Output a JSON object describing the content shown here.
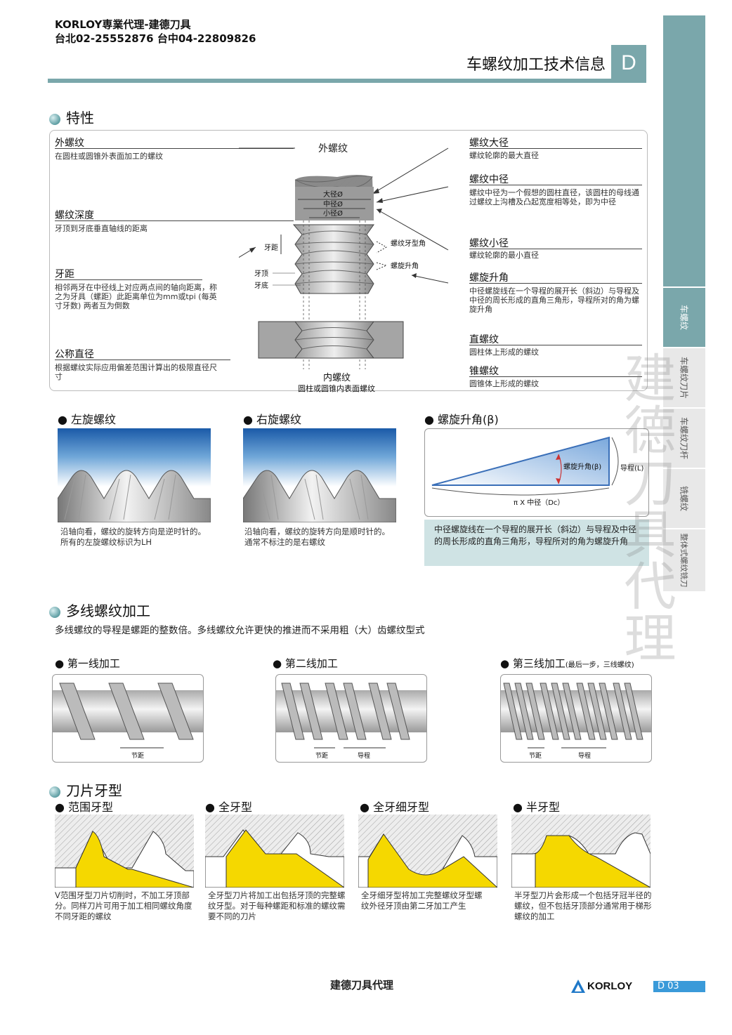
{
  "header": {
    "line1": "KORLOY専業代理-建德刀具",
    "line2": "台北02-25552876 台中04-22809826",
    "title": "车螺纹加工技术信息",
    "section_letter": "D"
  },
  "side_tabs": [
    {
      "label": "车螺纹",
      "active": true
    },
    {
      "label": "车螺纹刀片",
      "active": false
    },
    {
      "label": "车螺纹刀杆",
      "active": false
    },
    {
      "label": "铣螺纹",
      "active": false
    },
    {
      "label": "整体式螺纹铣刀",
      "active": false
    }
  ],
  "features": {
    "title": "特性",
    "left": [
      {
        "head": "外螺纹",
        "desc": "在圆柱或圆锥外表面加工的螺纹"
      },
      {
        "head": "螺纹深度",
        "desc": "牙顶到牙底垂直轴线的距离"
      },
      {
        "head": "牙距",
        "desc": "相邻两牙在中径线上对应两点间的轴向距离，称之为牙具（螺距）此距离单位为mm或tpi (每英寸牙数) 两者互为倒数"
      },
      {
        "head": "公称直径",
        "desc": "根据螺纹实际应用偏差范围计算出的极限直径尺寸"
      }
    ],
    "right": [
      {
        "head": "螺纹大径",
        "desc": "螺纹轮廓的最大直径"
      },
      {
        "head": "螺纹中径",
        "desc": "螺纹中径为一个假想的圆柱直径，该圆柱的母线通过螺纹上沟槽及凸起宽度相等处，即为中径"
      },
      {
        "head": "螺纹小径",
        "desc": "螺纹轮廓的最小直径"
      },
      {
        "head": "螺旋升角",
        "desc": "中径螺旋线在一个导程的展开长（斜边）与导程及中径的周长形成的直角三角形，导程所对的角为螺旋升角"
      },
      {
        "head": "直螺纹",
        "desc": "圆柱体上形成的螺纹"
      },
      {
        "head": "锥螺纹",
        "desc": "圆锥体上形成的螺纹"
      }
    ],
    "diagram": {
      "ext_label": "外螺纹",
      "major": "大径Ø",
      "pitch_dia": "中径Ø",
      "minor": "小径Ø",
      "pitch": "牙距",
      "crest": "牙顶",
      "root": "牙底",
      "profile_angle": "螺纹牙型角",
      "lead_angle": "螺旋升角",
      "int_label": "内螺纹",
      "int_desc": "圆柱或圆锥内表面螺纹"
    }
  },
  "hand": {
    "left": {
      "title": "左旋螺纹",
      "desc1": "沿轴向看，螺纹的旋转方向是逆时针的。",
      "desc2": "所有的左旋螺纹标识为LH"
    },
    "right": {
      "title": "右旋螺纹",
      "desc1": "沿轴向看，螺纹的旋转方向是顺时针的。",
      "desc2": "通常不标注的是右螺纹"
    },
    "lead": {
      "title": "螺旋升角(β)",
      "angle_label": "螺旋升角(β)",
      "lead_label": "导程(L)",
      "base_label": "π X 中径（Dc）",
      "note": "中径螺旋线在一个导程的展开长（斜边）与导程及中径的周长形成的直角三角形，导程所对的角为螺旋升角"
    }
  },
  "multi": {
    "title": "多线螺纹加工",
    "desc": "多线螺纹的导程是螺距的整数倍。多线螺纹允许更快的推进而不采用粗（大）齿螺纹型式",
    "passes": [
      {
        "title": "第一线加工",
        "note": "",
        "labels": [
          "节距"
        ]
      },
      {
        "title": "第二线加工",
        "note": "",
        "labels": [
          "节距",
          "导程"
        ]
      },
      {
        "title": "第三线加工",
        "note": "(最后一步，三线螺纹)",
        "labels": [
          "节距",
          "导程"
        ]
      }
    ]
  },
  "profiles": {
    "title": "刀片牙型",
    "items": [
      {
        "title": "范围牙型",
        "desc": "V范围牙型刀片切削时，不加工牙顶部分。同样刀片可用于加工相同螺纹角度不同牙距的螺纹"
      },
      {
        "title": "全牙型",
        "desc": "全牙型刀片将加工出包括牙顶的完整螺纹牙型。对于每种螺距和标准的螺纹需要不同的刀片"
      },
      {
        "title": "全牙细牙型",
        "desc": "全牙细牙型将加工完整螺纹牙型螺纹外径牙顶由第二牙加工产生"
      },
      {
        "title": "半牙型",
        "desc": "半牙型刀片会形成一个包括牙冠半径的螺纹，但不包括牙顶部分通常用于梯形螺纹的加工"
      }
    ]
  },
  "watermark": "建德刀具代理",
  "footer": {
    "text": "建德刀具代理",
    "brand": "KORLOY",
    "page": "D 03"
  },
  "colors": {
    "teal": "#7aa7ab",
    "insert_yellow": "#f5d800",
    "footer_blue": "#3a9ad9"
  }
}
